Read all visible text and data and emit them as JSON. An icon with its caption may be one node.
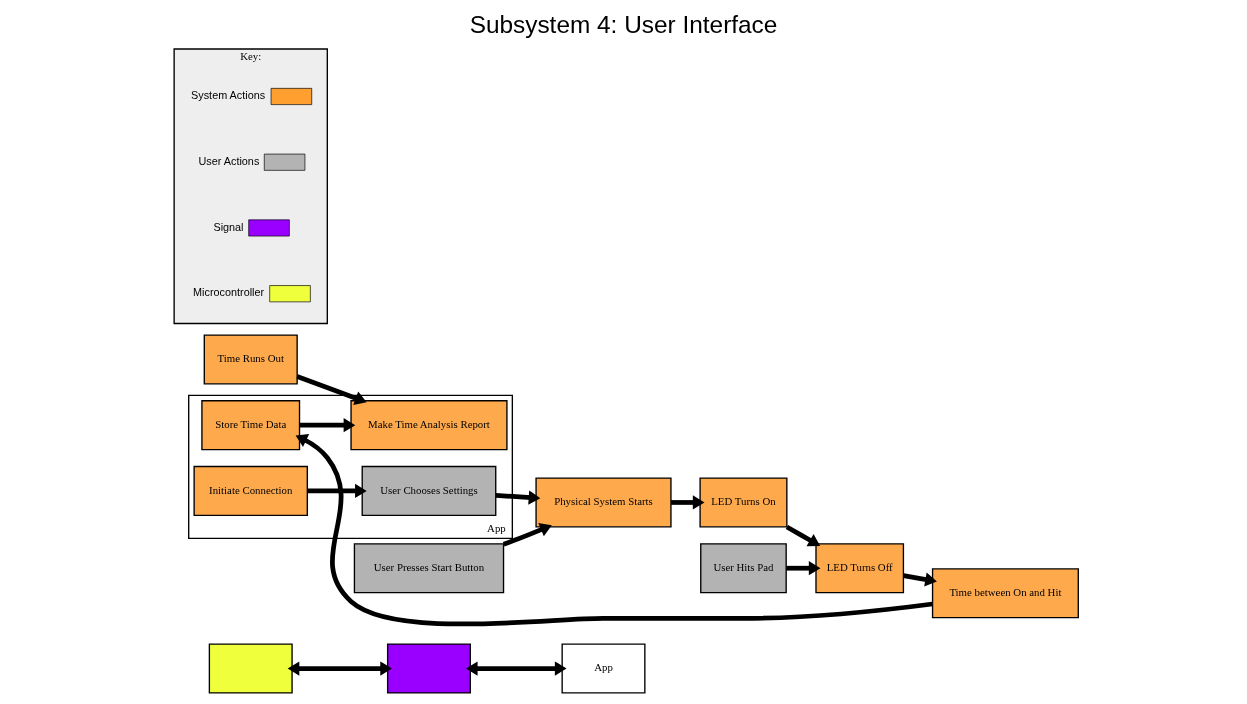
{
  "diagram": {
    "title": "Subsystem 4: User Interface",
    "nodes": [
      {
        "text": [],
        "shape": "box"
      },
      {
        "text": [],
        "shape": "box"
      },
      {
        "text": [
          "App"
        ]
      },
      {
        "text": [
          "App"
        ]
      },
      {
        "text": [
          "Initiate Connection"
        ],
        "in": 3
      },
      {
        "text": [
          "User Chooses Settings"
        ],
        "in": 3
      },
      {
        "text": [
          "Store Time Data"
        ],
        "in": 3
      },
      {
        "text": [
          "Make Time Analysis Report"
        ],
        "in": 3
      },
      {
        "text": [
          "User Presses Start Button"
        ]
      },
      {
        "text": [
          "Physical System Starts"
        ]
      },
      {
        "text": [
          "Time between On and Hit"
        ]
      },
      {
        "text": [
          "Time Runs Out"
        ]
      },
      {
        "text": [
          "LED Turns On"
        ]
      },
      {
        "text": [
          "LED Turns Off"
        ]
      },
      {
        "text": [
          "User Hits Pad"
        ]
      },
      {
        "text": [
          "Key:"
        ]
      }
    ],
    "edges": [
      {
        "from": 0,
        "to": 1,
        "arrow": "both"
      },
      {
        "from": 1,
        "to": 2,
        "arrow": "both"
      },
      {
        "from": 4,
        "to": 5,
        "arrow": "to"
      },
      {
        "from": 5,
        "to": 9,
        "arrow": "to"
      },
      {
        "from": 8,
        "to": 9,
        "arrow": "to"
      },
      {
        "from": 9,
        "to": 12,
        "arrow": "to"
      },
      {
        "from": 12,
        "to": 13,
        "arrow": "to"
      },
      {
        "from": 14,
        "to": 13,
        "arrow": "to"
      },
      {
        "from": 13,
        "to": 10,
        "arrow": "to"
      },
      {
        "from": 10,
        "to": 6,
        "arrow": "to"
      },
      {
        "from": 6,
        "to": 7,
        "arrow": "to"
      },
      {
        "from": 11,
        "to": 7,
        "arrow": "to"
      }
    ],
    "legend": [
      {
        "text": "System Actions",
        "color": "#ff9f2f"
      },
      {
        "text": "User Actions",
        "color": "#b3b3b3"
      },
      {
        "text": "Signal",
        "color": "#9900ff"
      },
      {
        "text": "Microcontroller",
        "color": "#f0ff3c"
      }
    ]
  }
}
